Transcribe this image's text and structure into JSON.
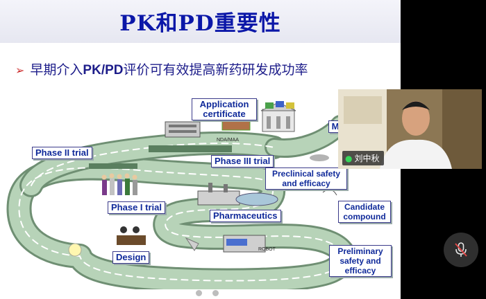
{
  "slide": {
    "title": "PK和PD重要性",
    "bullet_prefix": "早期介入",
    "bullet_bold": "PK/PD",
    "bullet_suffix": "评价可有效提高新药研发成功率",
    "labels": {
      "application_certificate": "Application certificate",
      "nda_maa": "NDA/MAA",
      "market": "M",
      "phase2": "Phase II trial",
      "phase3": "Phase III trial",
      "preclinical": "Preclinical safety and efficacy",
      "phase1": "Phase I trial",
      "pharmaceutics": "Pharmaceutics",
      "candidate": "Candidate compound",
      "preliminary": "Preliminary safety and efficacy",
      "design": "Design",
      "robot": "ROBOT"
    }
  },
  "carousel": {
    "dots": 2
  },
  "video": {
    "participant_name": "刘中秋",
    "mic_status": "on"
  },
  "controls": {
    "mute_state": "muted"
  }
}
